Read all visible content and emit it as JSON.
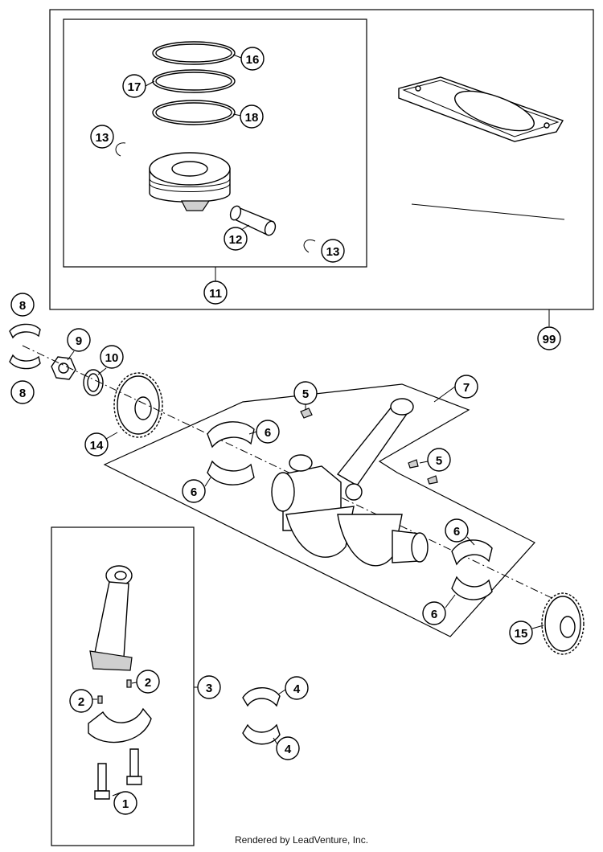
{
  "callouts": [
    {
      "label": "16"
    },
    {
      "label": "17"
    },
    {
      "label": "18"
    },
    {
      "label": "13"
    },
    {
      "label": "12"
    },
    {
      "label": "13"
    },
    {
      "label": "11"
    },
    {
      "label": "99"
    },
    {
      "label": "8"
    },
    {
      "label": "9"
    },
    {
      "label": "10"
    },
    {
      "label": "8"
    },
    {
      "label": "14"
    },
    {
      "label": "5"
    },
    {
      "label": "7"
    },
    {
      "label": "6"
    },
    {
      "label": "5"
    },
    {
      "label": "6"
    },
    {
      "label": "6"
    },
    {
      "label": "6"
    },
    {
      "label": "15"
    },
    {
      "label": "3"
    },
    {
      "label": "2"
    },
    {
      "label": "2"
    },
    {
      "label": "4"
    },
    {
      "label": "4"
    },
    {
      "label": "1"
    }
  ],
  "footer": "Rendered by LeadVenture, Inc."
}
